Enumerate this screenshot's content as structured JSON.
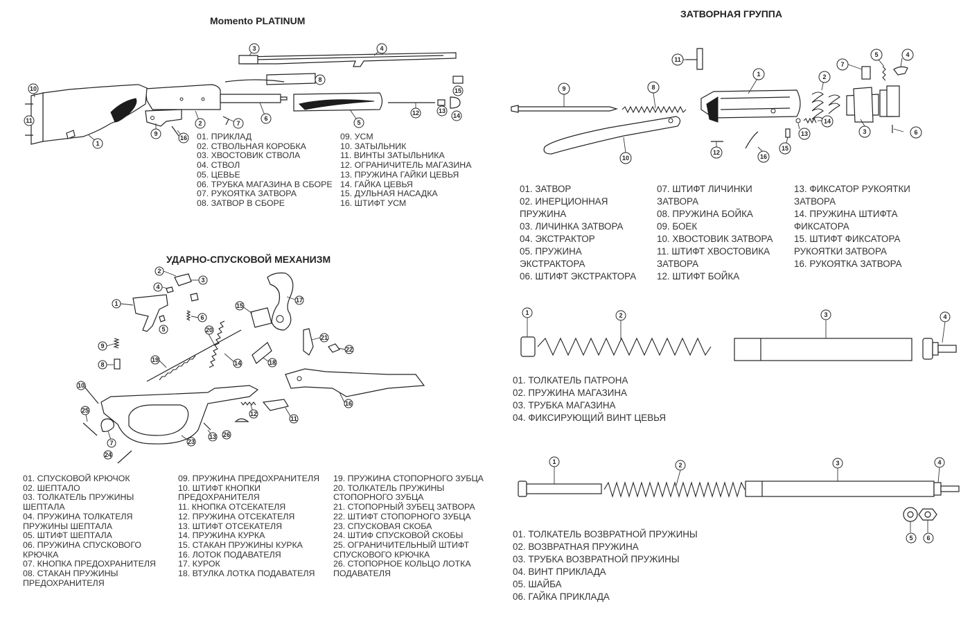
{
  "shotgun": {
    "title": "Momento PLATINUM",
    "parts_left": [
      "01. ПРИКЛАД",
      "02. СТВОЛЬНАЯ КОРОБКА",
      "03. ХВОСТОВИК СТВОЛА",
      "04. СТВОЛ",
      "05. ЦЕВЬЕ",
      "06. ТРУБКА МАГАЗИНА В СБОРЕ",
      "07. РУКОЯТКА ЗАТВОРА",
      "08. ЗАТВОР В СБОРЕ"
    ],
    "parts_right": [
      "09. УСМ",
      "10. ЗАТЫЛЬНИК",
      "11. ВИНТЫ ЗАТЫЛЬНИКА",
      "12. ОГРАНИЧИТЕЛЬ МАГАЗИНА",
      "13. ПРУЖИНА ГАЙКИ ЦЕВЬЯ",
      "14. ГАЙКА ЦЕВЬЯ",
      "15. ДУЛЬНАЯ НАСАДКА",
      "16. ШТИФТ УСМ"
    ]
  },
  "trigger": {
    "title": "УДАРНО-СПУСКОВОЙ МЕХАНИЗМ",
    "col1": [
      "01. СПУСКОВОЙ КРЮЧОК",
      "02. ШЕПТАЛО",
      "03. ТОЛКАТЕЛЬ ПРУЖИНЫ\nШЕПТАЛА",
      "04. ПРУЖИНА ТОЛКАТЕЛЯ\nПРУЖИНЫ ШЕПТАЛА",
      "05. ШТИФТ ШЕПТАЛА",
      "06. ПРУЖИНА СПУСКОВОГО\nКРЮЧКА",
      "07. КНОПКА ПРЕДОХРАНИТЕЛЯ",
      "08. СТАКАН ПРУЖИНЫ\nПРЕДОХРАНИТЕЛЯ"
    ],
    "col2": [
      "09. ПРУЖИНА ПРЕДОХРАНИТЕЛЯ",
      "10. ШТИФТ КНОПКИ\nПРЕДОХРАНИТЕЛЯ",
      "11. КНОПКА ОТСЕКАТЕЛЯ",
      "12. ПРУЖИНА ОТСЕКАТЕЛЯ",
      "13. ШТИФТ ОТСЕКАТЕЛЯ",
      "14. ПРУЖИНА КУРКА",
      "15. СТАКАН ПРУЖИНЫ КУРКА",
      "16. ЛОТОК ПОДАВАТЕЛЯ",
      "17. КУРОК",
      "18. ВТУЛКА ЛОТКА ПОДАВАТЕЛЯ"
    ],
    "col3": [
      "19. ПРУЖИНА СТОПОРНОГО ЗУБЦА",
      "20. ТОЛКАТЕЛЬ ПРУЖИНЫ\nСТОПОРНОГО ЗУБЦА",
      "21. СТОПОРНЫЙ ЗУБЕЦ ЗАТВОРА",
      "22. ШТИФТ СТОПОРНОГО ЗУБЦА",
      "23. СПУСКОВАЯ СКОБА",
      "24. ШТИФ СПУСКОВОЙ СКОБЫ",
      "25. ОГРАНИЧИТЕЛЬНЫЙ ШТИФТ\nСПУСКОВОГО КРЮЧКА",
      "26. СТОПОРНОЕ КОЛЬЦО ЛОТКА\nПОДАВАТЕЛЯ"
    ]
  },
  "bolt": {
    "title": "ЗАТВОРНАЯ ГРУППА",
    "col1": [
      "01. ЗАТВОР",
      "02. ИНЕРЦИОННАЯ\nПРУЖИНА",
      "03. ЛИЧИНКА ЗАТВОРА",
      "04. ЭКСТРАКТОР",
      "05. ПРУЖИНА\nЭКСТРАКТОРА",
      "06. ШТИФТ ЭКСТРАКТОРА"
    ],
    "col2": [
      "07. ШТИФТ ЛИЧИНКИ\nЗАТВОРА",
      "08. ПРУЖИНА БОЙКА",
      "09. БОЕК",
      "10. ХВОСТОВИК ЗАТВОРА",
      "11. ШТИФТ ХВОСТОВИКА\nЗАТВОРА",
      "12. ШТИФТ БОЙКА"
    ],
    "col3": [
      "13. ФИКСАТОР РУКОЯТКИ\nЗАТВОРА",
      "14. ПРУЖИНА ШТИФТА\nФИКСАТОРА",
      "15. ШТИФТ ФИКСАТОРА\nРУКОЯТКИ ЗАТВОРА",
      "16. РУКОЯТКА ЗАТВОРА"
    ]
  },
  "magazine": {
    "parts": [
      "01. ТОЛКАТЕЛЬ ПАТРОНА",
      "02. ПРУЖИНА МАГАЗИНА",
      "03. ТРУБКА МАГАЗИНА",
      "04. ФИКСИРУЮЩИЙ ВИНТ ЦЕВЬЯ"
    ]
  },
  "recoil": {
    "parts": [
      "01. ТОЛКАТЕЛЬ ВОЗВРАТНОЙ ПРУЖИНЫ",
      "02. ВОЗВРАТНАЯ ПРУЖИНА",
      "03. ТРУБКА ВОЗВРАТНОЙ ПРУЖИНЫ",
      "04. ВИНТ ПРИКЛАДА",
      "05. ШАЙБА",
      "06. ГАЙКА ПРИКЛАДА"
    ]
  },
  "callouts": {
    "shotgun": [
      "1",
      "2",
      "3",
      "4",
      "5",
      "6",
      "7",
      "8",
      "9",
      "10",
      "11",
      "12",
      "13",
      "14",
      "15",
      "16"
    ],
    "trigger": [
      "1",
      "2",
      "3",
      "4",
      "5",
      "6",
      "7",
      "8",
      "9",
      "10",
      "11",
      "12",
      "13",
      "14",
      "15",
      "16",
      "17",
      "18",
      "19",
      "20",
      "21",
      "22",
      "23",
      "24",
      "25",
      "26"
    ],
    "bolt": [
      "1",
      "2",
      "3",
      "4",
      "5",
      "6",
      "7",
      "8",
      "9",
      "10",
      "11",
      "12",
      "13",
      "14",
      "15",
      "16"
    ],
    "magazine": [
      "1",
      "2",
      "3",
      "4"
    ],
    "recoil": [
      "1",
      "2",
      "3",
      "4",
      "5",
      "6"
    ]
  }
}
